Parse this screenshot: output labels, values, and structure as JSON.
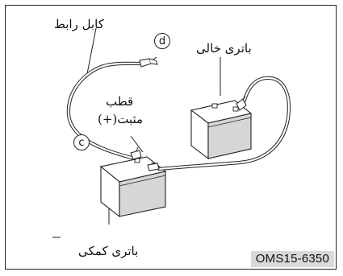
{
  "labels": {
    "cable": "کابل رابط",
    "dead_battery": "باتری خالی",
    "terminal_line1": "قطب",
    "terminal_line2": "مثبت(+)",
    "booster_battery": "باتری کمکی"
  },
  "markers": {
    "d": "d",
    "c": "c"
  },
  "figure_code": "OMS15-6350"
}
